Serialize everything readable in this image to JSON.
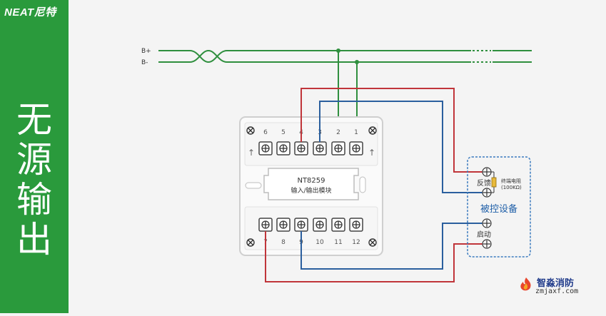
{
  "brand": {
    "logo_text": "NEAT尼特"
  },
  "sidebar": {
    "title_chars": [
      "无",
      "源",
      "输",
      "出"
    ]
  },
  "bus": {
    "b_plus": "B+",
    "b_minus": "B-"
  },
  "module": {
    "model": "NT8259",
    "name": "输入/输出模块",
    "top_terminals": [
      "6",
      "5",
      "4",
      "3",
      "2",
      "1"
    ],
    "bottom_terminals": [
      "7",
      "8",
      "9",
      "10",
      "11",
      "12"
    ]
  },
  "device": {
    "title": "被控设备",
    "feedback_label": "反馈",
    "start_label": "启动",
    "resistor_label": "终端电阻",
    "resistor_value": "(100KΩ)"
  },
  "watermark": {
    "cn": "智淼消防",
    "en": "zmjaxf.com"
  },
  "colors": {
    "sidebar": "#2a9a3c",
    "bus_wire": "#2f8f3e",
    "red_wire": "#c0353a",
    "blue_wire": "#2b5f9e",
    "device_border": "#3b7bbf"
  }
}
